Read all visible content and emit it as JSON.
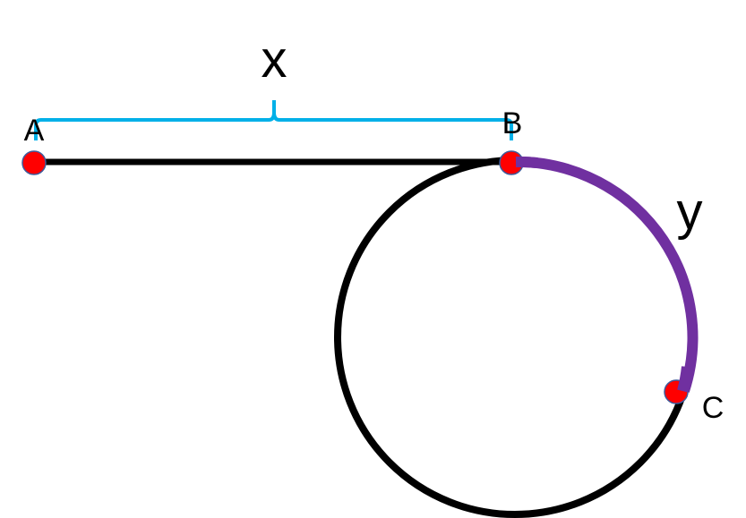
{
  "diagram": {
    "points": [
      {
        "id": "A",
        "label": "A"
      },
      {
        "id": "B",
        "label": "B"
      },
      {
        "id": "C",
        "label": "C"
      }
    ],
    "segment_label": "x",
    "arc_label": "y",
    "colors": {
      "line": "#000000",
      "bracket": "#00b0e8",
      "arc": "#7030a0",
      "point_fill": "#ff0000",
      "point_stroke": "#3f5a9a"
    }
  }
}
